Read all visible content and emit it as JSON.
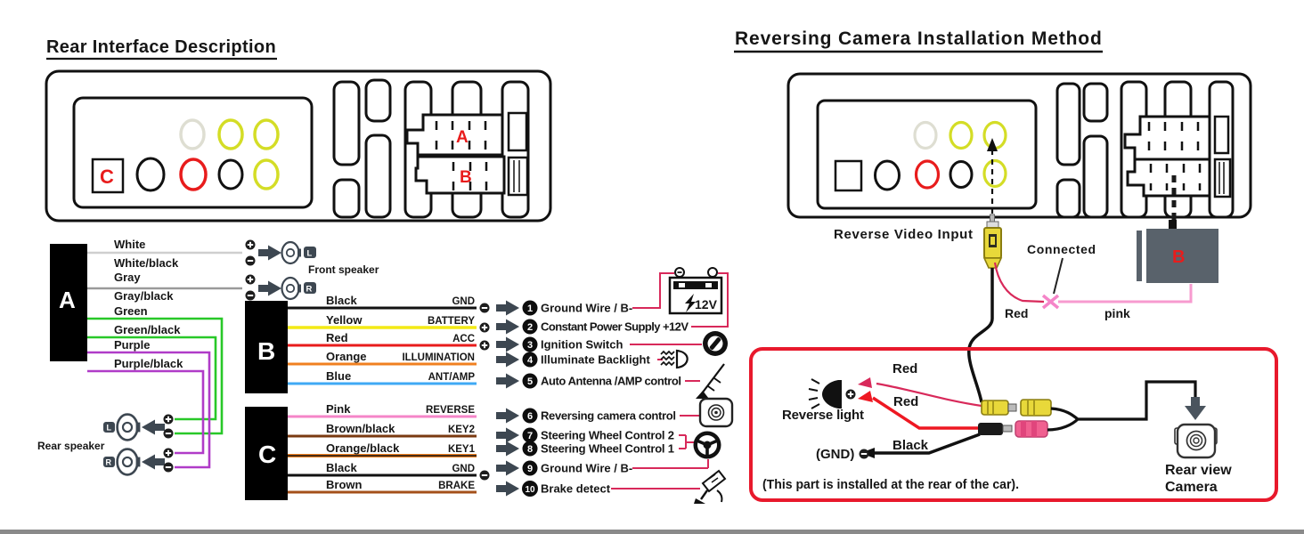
{
  "left": {
    "title": "Rear Interface Description",
    "panel_c": "C",
    "iso_a": "A",
    "iso_b": "B",
    "block_a_label": "A",
    "a_wires": {
      "w1": "White",
      "w2": "White/black",
      "w3": "Gray",
      "w4": "Gray/black",
      "w5": "Green",
      "w6": "Green/black",
      "w7": "Purple",
      "w8": "Purple/black"
    },
    "front_speaker": {
      "label": "Front speaker",
      "l": "L",
      "r": "R"
    },
    "rear_speaker": {
      "label": "Rear speaker",
      "l": "L",
      "r": "R"
    },
    "block_b_label": "B",
    "b_wires": {
      "r1c": "Black",
      "r1f": "GND",
      "r2c": "Yellow",
      "r2f": "BATTERY",
      "r3c": "Red",
      "r3f": "ACC",
      "r4c": "Orange",
      "r4f": "ILLUMINATION",
      "r5c": "Blue",
      "r5f": "ANT/AMP"
    },
    "block_c_label": "C",
    "c_wires": {
      "r1c": "Pink",
      "r1f": "REVERSE",
      "r2c": "Brown/black",
      "r2f": "KEY2",
      "r3c": "Orange/black",
      "r3f": "KEY1",
      "r4c": "Black",
      "r4f": "GND",
      "r5c": "Brown",
      "r5f": "BRAKE"
    },
    "legend": {
      "n1": "1",
      "t1": "Ground Wire / B-",
      "n2": "2",
      "t2": "Constant Power Supply +12V",
      "n3": "3",
      "t3": "Ignition Switch",
      "n4": "4",
      "t4": "Illuminate Backlight",
      "n5": "5",
      "t5": "Auto Antenna /AMP control",
      "n6": "6",
      "t6": "Reversing camera control",
      "n7": "7",
      "t7": "Steering Wheel Control 2",
      "n8": "8",
      "t8": "Steering Wheel Control 1",
      "n9": "9",
      "t9": "Ground Wire / B-",
      "n10": "10",
      "t10": "Brake detect"
    },
    "battery_label": "12V"
  },
  "right": {
    "title": "Reversing Camera Installation Method",
    "reverse_video_input": "Reverse Video Input",
    "connected": "Connected",
    "red_wire": "Red",
    "pink_wire": "pink",
    "connector_b_label": "B",
    "box": {
      "reverse_light": "Reverse light",
      "red1": "Red",
      "red2": "Red",
      "black": "Black",
      "gnd": "(GND)",
      "note": "(This part is installed at the rear of the car).",
      "camera_line1": "Rear view",
      "camera_line2": "Camera"
    }
  },
  "colors": {
    "accent_red": "#e8192c",
    "pink_wire": "#f79bcf",
    "port_yellow": "#d4dd26",
    "wire_green": "#28c828",
    "wire_purple": "#b03cc8",
    "wire_yellow": "#f3ea15",
    "wire_orange": "#f08020",
    "wire_blue": "#3fa9f5",
    "arrow_gray": "#3d4751"
  }
}
